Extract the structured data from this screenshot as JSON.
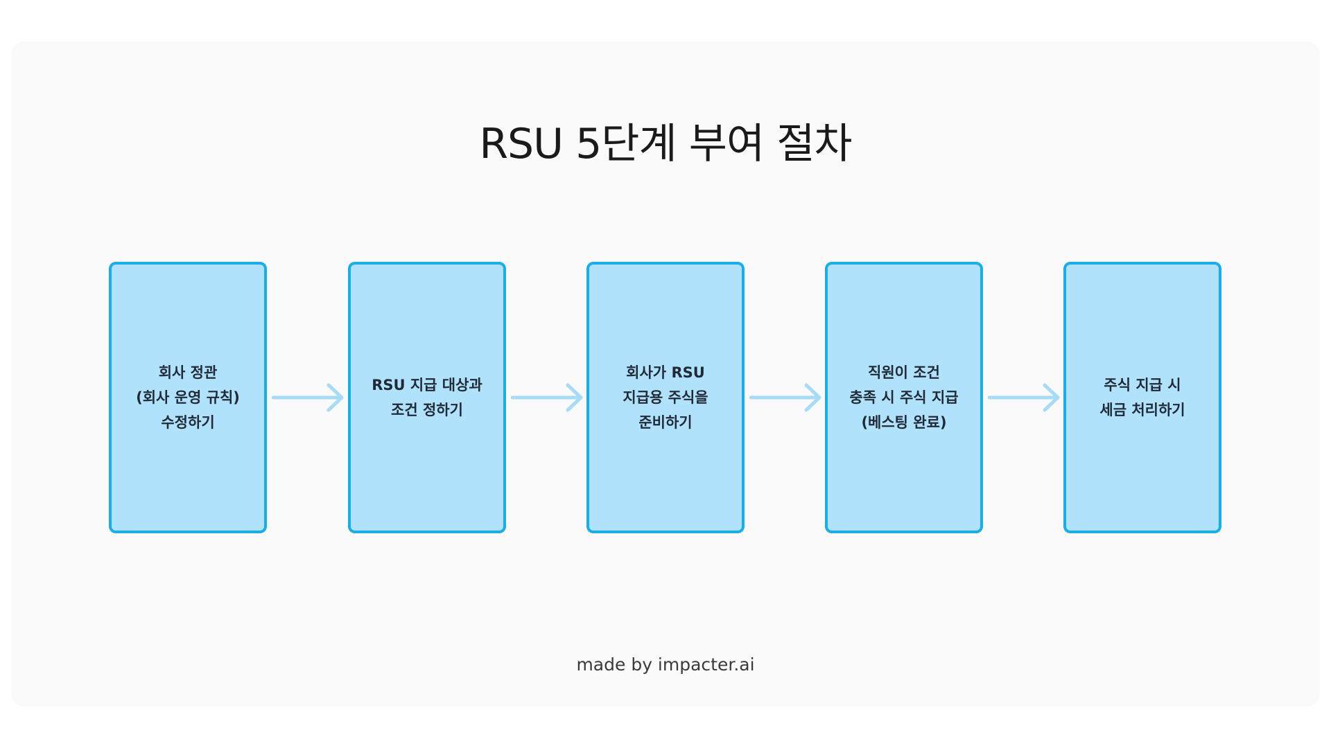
{
  "title": "RSU 5단계 부여 절차",
  "steps": [
    {
      "label": "회사 정관\n(회사 운영 규칙)\n수정하기"
    },
    {
      "label": "RSU 지급 대상과\n조건 정하기"
    },
    {
      "label": "회사가 RSU\n지급용 주식을\n준비하기"
    },
    {
      "label": "직원이 조건\n충족 시 주식 지급\n(베스팅 완료)"
    },
    {
      "label": "주식 지급 시\n세금 처리하기"
    }
  ],
  "arrows": [
    {
      "icon": "arrow-right-icon"
    },
    {
      "icon": "arrow-right-icon"
    },
    {
      "icon": "arrow-right-icon"
    },
    {
      "icon": "arrow-right-icon"
    }
  ],
  "footer": "made by impacter.ai",
  "colors": {
    "box_fill": "#b0e2fb",
    "box_border": "#1aaee6",
    "arrow": "#a6dcf6",
    "text": "#1f2a36",
    "background": "#fafafa"
  }
}
